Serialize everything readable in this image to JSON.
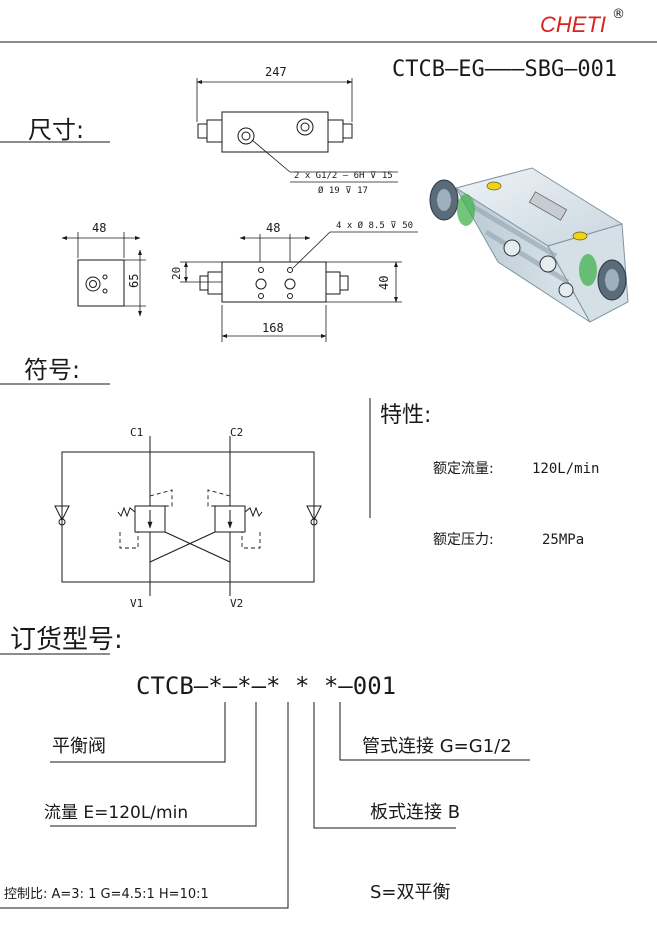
{
  "header": {
    "brand": "CHETI",
    "registered": "®",
    "brand_color": "#d9231c",
    "model": "CTCB–EG–––SBG–001"
  },
  "sections": {
    "dimensions": "尺寸:",
    "symbol": "符号:",
    "features": "特性:",
    "ordering": "订货型号:"
  },
  "dimensions": {
    "length_total": "247",
    "port_callout_1": "2 x  G1/2 – 6H ⊽ 15",
    "port_callout_2": "Ø 19 ⊽ 17",
    "side_width": "48",
    "side_height": "65",
    "hole_spacing": "48",
    "hole_callout": "4 x Ø 8.5 ⊽ 50",
    "height_left": "20",
    "height_right": "40",
    "body_length": "168"
  },
  "symbol_labels": {
    "c1": "C1",
    "c2": "C2",
    "v1": "V1",
    "v2": "V2"
  },
  "features": {
    "flow_label": "额定流量:",
    "flow_value": "120L/min",
    "pressure_label": "额定压力:",
    "pressure_value": "25MPa"
  },
  "ordering": {
    "code": "CTCB–*–*–* * *–001",
    "labels": {
      "valve": "平衡阀",
      "flow": "流量 E=120L/min",
      "ratio": "控制比: A=3: 1 G=4.5:1 H=10:1",
      "pipe": "管式连接  G=G1/2",
      "plate": "板式连接 B",
      "double": "S=双平衡"
    }
  }
}
